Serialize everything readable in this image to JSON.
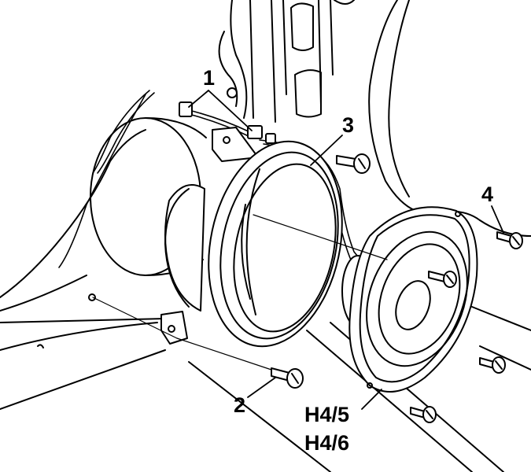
{
  "callouts": {
    "c1": "1",
    "c2": "2",
    "c3": "3",
    "c4": "4",
    "h45": "H4/5",
    "h46": "H4/6"
  },
  "colors": {
    "ink": "#000000",
    "paper": "#ffffff"
  }
}
